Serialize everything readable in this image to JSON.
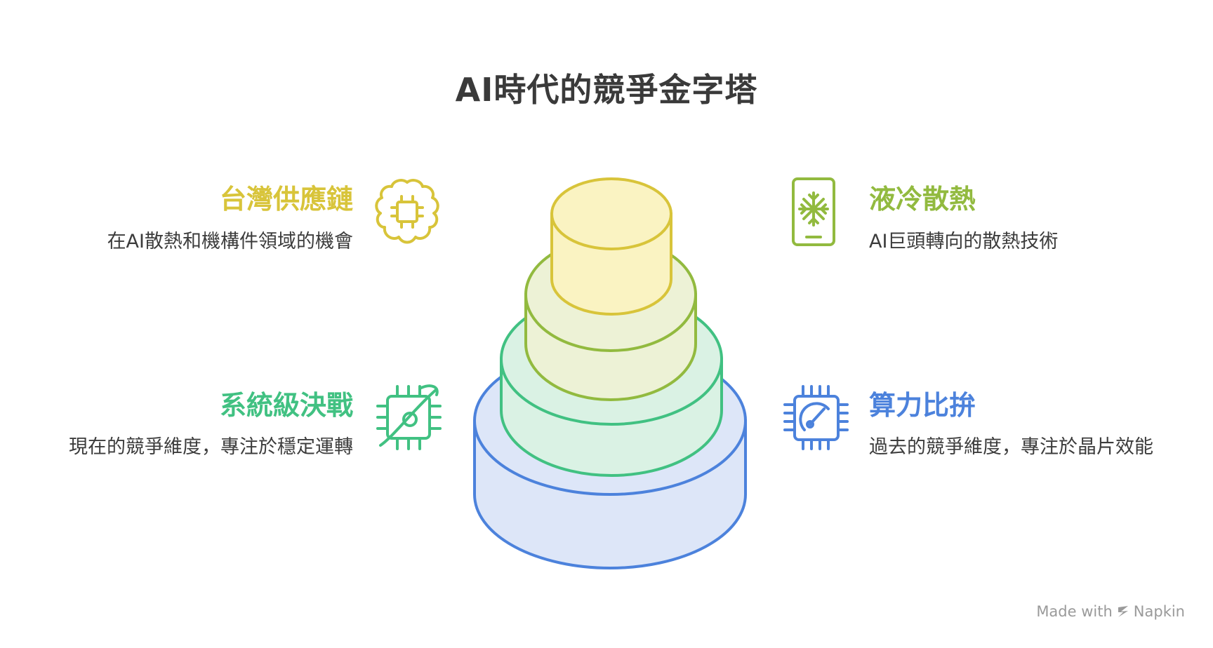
{
  "title": "AI時代的競爭金字塔",
  "colors": {
    "yellow": "#d8c43a",
    "lime": "#92ba3f",
    "green": "#41c182",
    "blue": "#4c82dc"
  },
  "items": {
    "supply_chain": {
      "title": "台灣供應鏈",
      "desc": "在AI散熱和機構件領域的機會",
      "icon": "brain-chip-icon"
    },
    "liquid_cooling": {
      "title": "液冷散熱",
      "desc": "AI巨頭轉向的散熱技術",
      "icon": "phone-snowflake-icon"
    },
    "system_war": {
      "title": "系統級決戰",
      "desc": "現在的競爭維度，專注於穩定運轉",
      "icon": "chip-orbit-icon"
    },
    "compute": {
      "title": "算力比拚",
      "desc": "過去的競爭維度，專注於晶片效能",
      "icon": "chip-gauge-icon"
    }
  },
  "footer": {
    "made_with": "Made with",
    "brand": "Napkin"
  }
}
